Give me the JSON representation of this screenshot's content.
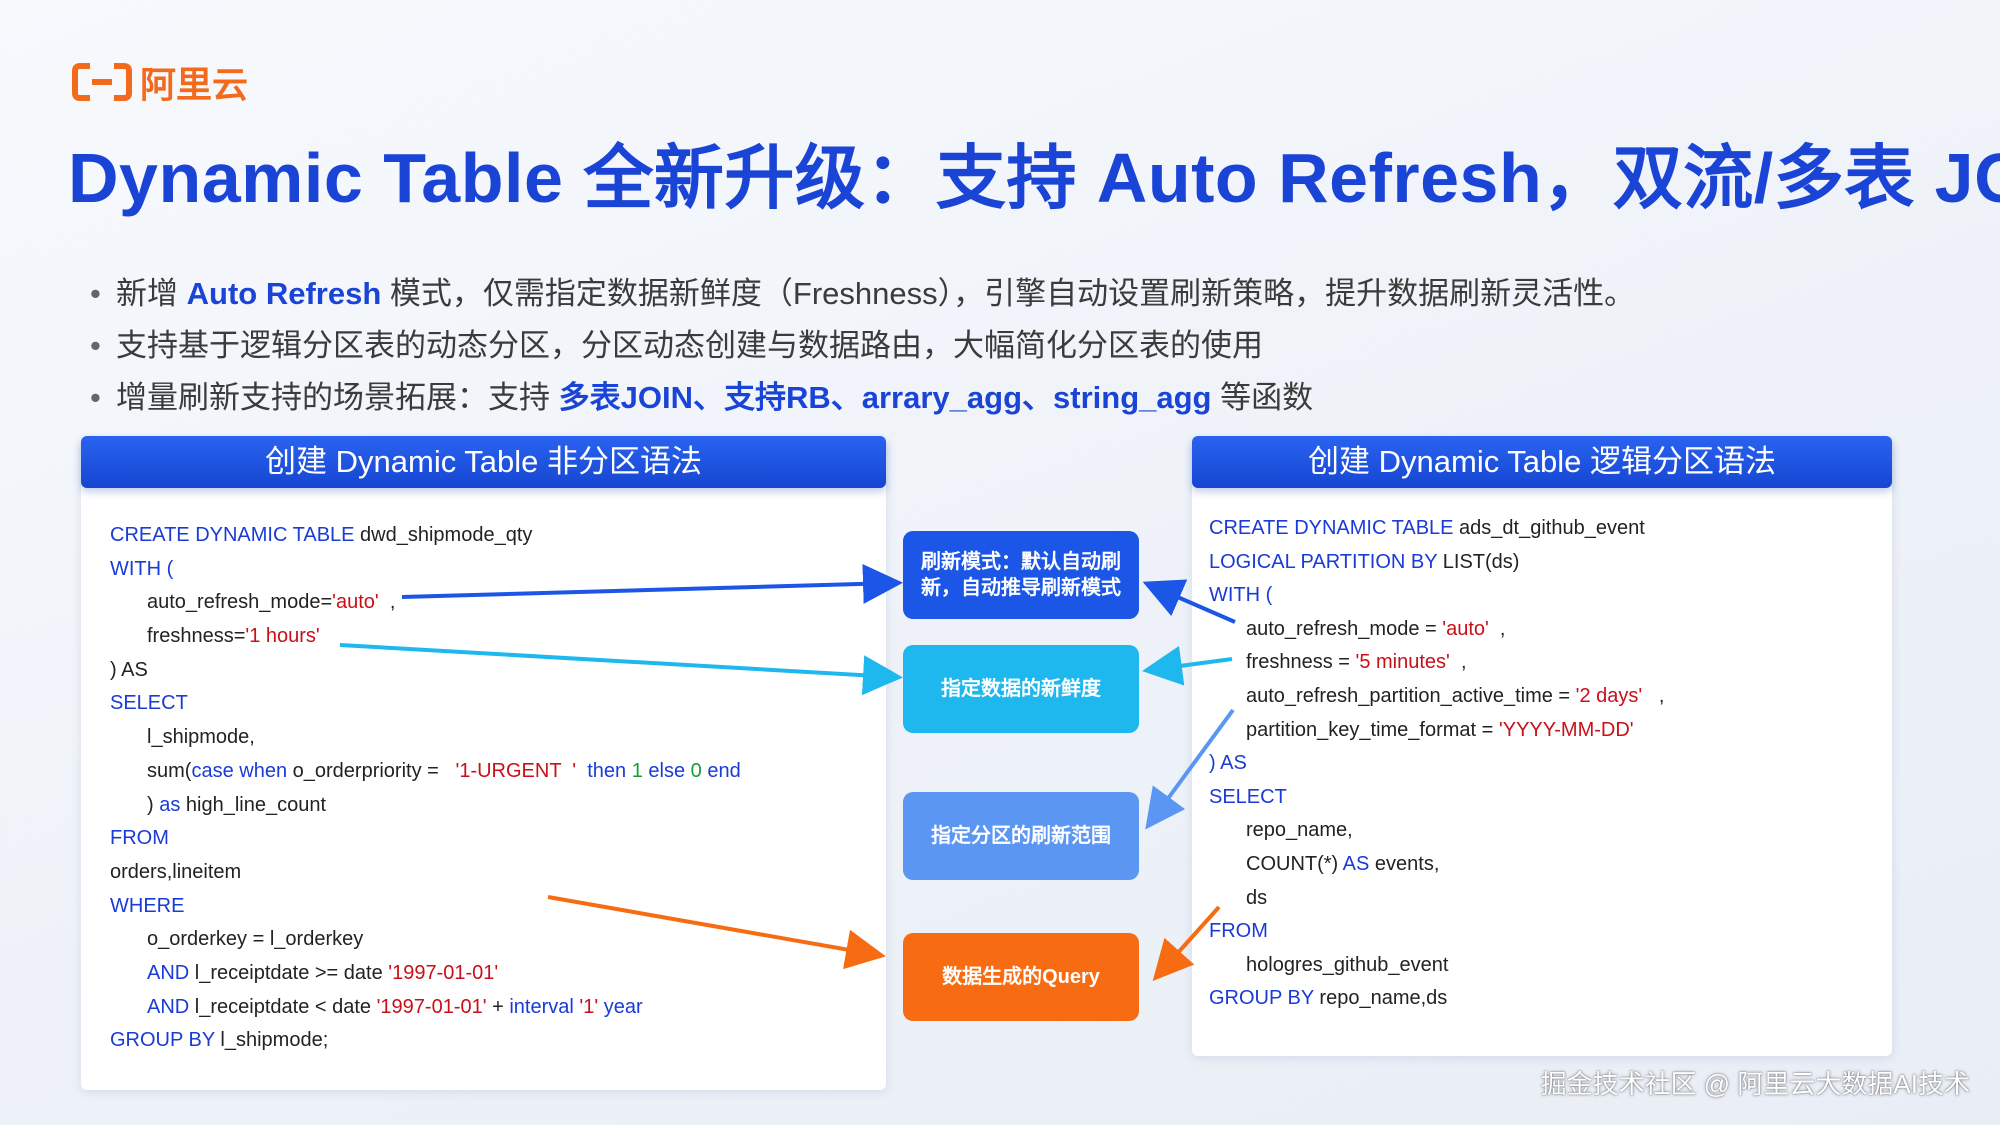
{
  "logo": {
    "text": "阿里云",
    "icon": "aliyun-bracket-icon",
    "color": "#f26a1b"
  },
  "title": "Dynamic Table 全新升级：支持 Auto Refresh，双流/多表 JOIN",
  "bullets": [
    {
      "dot": "•",
      "pre": "新增 ",
      "bold": "Auto Refresh",
      "post": " 模式，仅需指定数据新鲜度（Freshness），引擎自动设置刷新策略，提升数据刷新灵活性。"
    },
    {
      "dot": "•",
      "pre": "支持基于逻辑分区表的动态分区，分区动态创建与数据路由，大幅简化分区表的使用",
      "bold": "",
      "post": ""
    },
    {
      "dot": "•",
      "pre": "增量刷新支持的场景拓展：支持 ",
      "bold": "多表JOIN、支持RB、arrary_agg、string_agg",
      "post": " 等函数"
    }
  ],
  "left_panel": {
    "header": "创建 Dynamic Table 非分区语法",
    "code": {
      "l1_kw": "CREATE DYNAMIC TABLE",
      "l1_rest": " dwd_shipmode_qty",
      "l2": "WITH (",
      "l3_a": "auto_refresh_mode=",
      "l3_s": "'auto'",
      "l3_b": "  ,",
      "l4_a": "freshness=",
      "l4_s": "'1 hours'",
      "l5": ") AS",
      "l6": "SELECT",
      "l7": "l_shipmode,",
      "l8_a": "sum(",
      "l8_kw1": "case when",
      "l8_b": " o_orderpriority =   ",
      "l8_s": "'1-URGENT  '",
      "l8_kw2": "  then ",
      "l8_n1": "1",
      "l8_kw3": " else ",
      "l8_n2": "0",
      "l8_kw4": " end",
      "l9_a": ") ",
      "l9_kw": "as",
      "l9_b": " high_line_count",
      "l10": "FROM",
      "l11": "orders,lineitem",
      "l12": "WHERE",
      "l13": "o_orderkey = l_orderkey",
      "l14_kw": "AND",
      "l14_a": " l_receiptdate >= date ",
      "l14_s": "'1997-01-01'",
      "l15_kw": "AND",
      "l15_a": " l_receiptdate < date ",
      "l15_s": "'1997-01-01'",
      "l15_b": " + ",
      "l15_kw2": "interval",
      "l15_s2": " '1'",
      "l15_kw3": " year",
      "l16_kw": "GROUP BY",
      "l16_rest": " l_shipmode;"
    }
  },
  "right_panel": {
    "header": "创建 Dynamic Table 逻辑分区语法",
    "code": {
      "r1_kw": "CREATE DYNAMIC TABLE",
      "r1_rest": " ads_dt_github_event",
      "r2_kw": "LOGICAL PARTITION BY",
      "r2_rest": " LIST(ds)",
      "r3": "WITH (",
      "r4_a": "auto_refresh_mode = ",
      "r4_s": "'auto'",
      "r4_b": "  ,",
      "r5_a": "freshness = ",
      "r5_s": "'5 minutes'",
      "r5_b": "  ,",
      "r6_a": "auto_refresh_partition_active_time = ",
      "r6_s": "'2 days'",
      "r6_b": "   ,",
      "r7_a": "partition_key_time_format = ",
      "r7_s": "'YYYY-MM-DD'",
      "r8": ") AS",
      "r9": "SELECT",
      "r10": "repo_name,",
      "r11_a": "COUNT(*) ",
      "r11_kw": "AS",
      "r11_b": " events,",
      "r12": "ds",
      "r13": "FROM",
      "r14": "hologres_github_event",
      "r15_kw": "GROUP BY",
      "r15_rest": " repo_name,ds"
    }
  },
  "boxes": [
    {
      "label": "刷新模式：默认自动刷新，自动推导刷新模式",
      "color": "#1b56e6"
    },
    {
      "label": "指定数据的新鲜度",
      "color": "#1eb8ee"
    },
    {
      "label": "指定分区的刷新范围",
      "color": "#5b96f2"
    },
    {
      "label": "数据生成的Query",
      "color": "#f76c12"
    }
  ],
  "watermark": "掘金技术社区 @ 阿里云大数据AI技术"
}
